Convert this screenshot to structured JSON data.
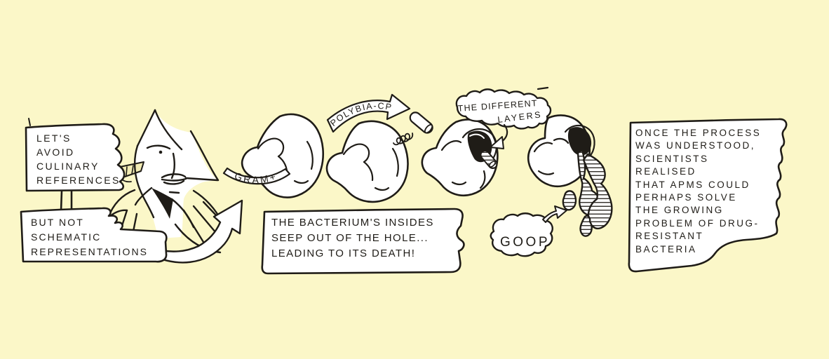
{
  "panel": {
    "background_color": "#FBF7C8",
    "paper_color": "#FFFFFF",
    "ink_color": "#1F1C17"
  },
  "speech_boxes": {
    "culinary": "LET'S\nAVOID\nCULINARY\nREFERENCES",
    "schematic": "BUT NOT\nSCHEMATIC\nREPRESENTATIONS",
    "death": "THE BACTERIUM'S INSIDES\nSEEP OUT OF THE HOLE...\nLEADING TO ITS DEATH!",
    "process": "ONCE THE PROCESS\nWAS UNDERSTOOD,\nSCIENTISTS\nREALISED\nTHAT APMS COULD\nPERHAPS SOLVE\nTHE GROWING\nPROBLEM OF DRUG-\nRESISTANT\nBACTERIA"
  },
  "labels": {
    "gram_positive": "GRAM+",
    "peptide_name": "POLYBIA-CP",
    "layers_line_1": "THE DIFFERENT",
    "layers_line_2": "LAYERS",
    "goop": "GOOP"
  }
}
